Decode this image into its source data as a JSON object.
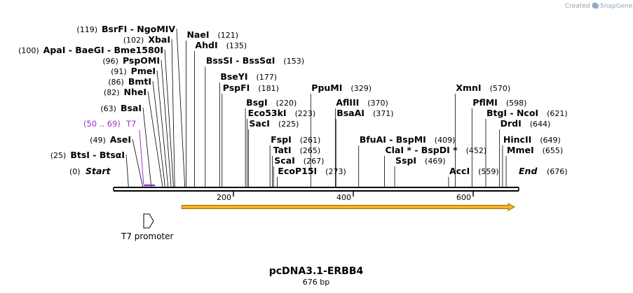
{
  "credit": {
    "text": "Created by",
    "brand": "SnapGene"
  },
  "map": {
    "name": "pcDNA3.1-ERBB4",
    "size_label": "676 bp",
    "length": 676,
    "start_label": "Start",
    "start_pos": "(0)",
    "end_label": "End",
    "end_pos": "(676)",
    "ticks": [
      "200",
      "400",
      "600"
    ]
  },
  "sites": [
    {
      "text": "BsrFI  -  NgoMIV",
      "pos": "(119)",
      "bp": 119,
      "side": "left"
    },
    {
      "text": "XbaI",
      "pos": "(102)",
      "bp": 102,
      "side": "left"
    },
    {
      "text": "ApaI  -  BaeGI  -  Bme1580I",
      "pos": "(100)",
      "bp": 100,
      "side": "left"
    },
    {
      "text": "PspOMI",
      "pos": "(96)",
      "bp": 96,
      "side": "left"
    },
    {
      "text": "PmeI",
      "pos": "(91)",
      "bp": 91,
      "side": "left"
    },
    {
      "text": "BmtI",
      "pos": "(86)",
      "bp": 86,
      "side": "left"
    },
    {
      "text": "NheI",
      "pos": "(82)",
      "bp": 82,
      "side": "left"
    },
    {
      "text": "BsaI",
      "pos": "(63)",
      "bp": 63,
      "side": "left"
    },
    {
      "text": "AseI",
      "pos": "(49)",
      "bp": 49,
      "side": "left"
    },
    {
      "text": "BtsI  -  BtsαI",
      "pos": "(25)",
      "bp": 25,
      "side": "left"
    },
    {
      "text": "NaeI",
      "pos": "(121)",
      "bp": 121,
      "side": "right"
    },
    {
      "text": "AhdI",
      "pos": "(135)",
      "bp": 135,
      "side": "right"
    },
    {
      "text": "BssSI  -  BssSαI",
      "pos": "(153)",
      "bp": 153,
      "side": "right"
    },
    {
      "text": "BseYI",
      "pos": "(177)",
      "bp": 177,
      "side": "right"
    },
    {
      "text": "PspFI",
      "pos": "(181)",
      "bp": 181,
      "side": "right"
    },
    {
      "text": "BsgI",
      "pos": "(220)",
      "bp": 220,
      "side": "right"
    },
    {
      "text": "Eco53kI",
      "pos": "(223)",
      "bp": 223,
      "side": "right"
    },
    {
      "text": "SacI",
      "pos": "(225)",
      "bp": 225,
      "side": "right"
    },
    {
      "text": "FspI",
      "pos": "(261)",
      "bp": 261,
      "side": "right"
    },
    {
      "text": "TatI",
      "pos": "(265)",
      "bp": 265,
      "side": "right"
    },
    {
      "text": "ScaI",
      "pos": "(267)",
      "bp": 267,
      "side": "right"
    },
    {
      "text": "EcoP15I",
      "pos": "(273)",
      "bp": 273,
      "side": "right"
    },
    {
      "text": "PpuMI",
      "pos": "(329)",
      "bp": 329,
      "side": "right"
    },
    {
      "text": "AflIII",
      "pos": "(370)",
      "bp": 370,
      "side": "right"
    },
    {
      "text": "BsaAI",
      "pos": "(371)",
      "bp": 371,
      "side": "right"
    },
    {
      "text": "BfuAI  -  BspMI",
      "pos": "(409)",
      "bp": 409,
      "side": "right"
    },
    {
      "text": "ClaI *  -  BspDI *",
      "pos": "(452)",
      "bp": 452,
      "side": "right"
    },
    {
      "text": "SspI",
      "pos": "(469)",
      "bp": 469,
      "side": "right"
    },
    {
      "text": "AccI",
      "pos": "(559)",
      "bp": 559,
      "side": "right"
    },
    {
      "text": "XmnI",
      "pos": "(570)",
      "bp": 570,
      "side": "right"
    },
    {
      "text": "PflMI",
      "pos": "(598)",
      "bp": 598,
      "side": "right"
    },
    {
      "text": "BtgI  -  NcoI",
      "pos": "(621)",
      "bp": 621,
      "side": "right"
    },
    {
      "text": "DrdI",
      "pos": "(644)",
      "bp": 644,
      "side": "right"
    },
    {
      "text": "HincII",
      "pos": "(649)",
      "bp": 649,
      "side": "right"
    },
    {
      "text": "MmeI",
      "pos": "(655)",
      "bp": 655,
      "side": "right"
    }
  ],
  "features": {
    "t7_primer": {
      "text": "T7",
      "range": "(50 .. 69)",
      "start": 50,
      "end": 69,
      "color": "#9b30d0"
    },
    "t7_promoter": {
      "text": "T7 promoter"
    },
    "insert_arrow": {
      "start": 114,
      "end": 676,
      "color": "#f4b324",
      "border": "#a06c00"
    }
  }
}
